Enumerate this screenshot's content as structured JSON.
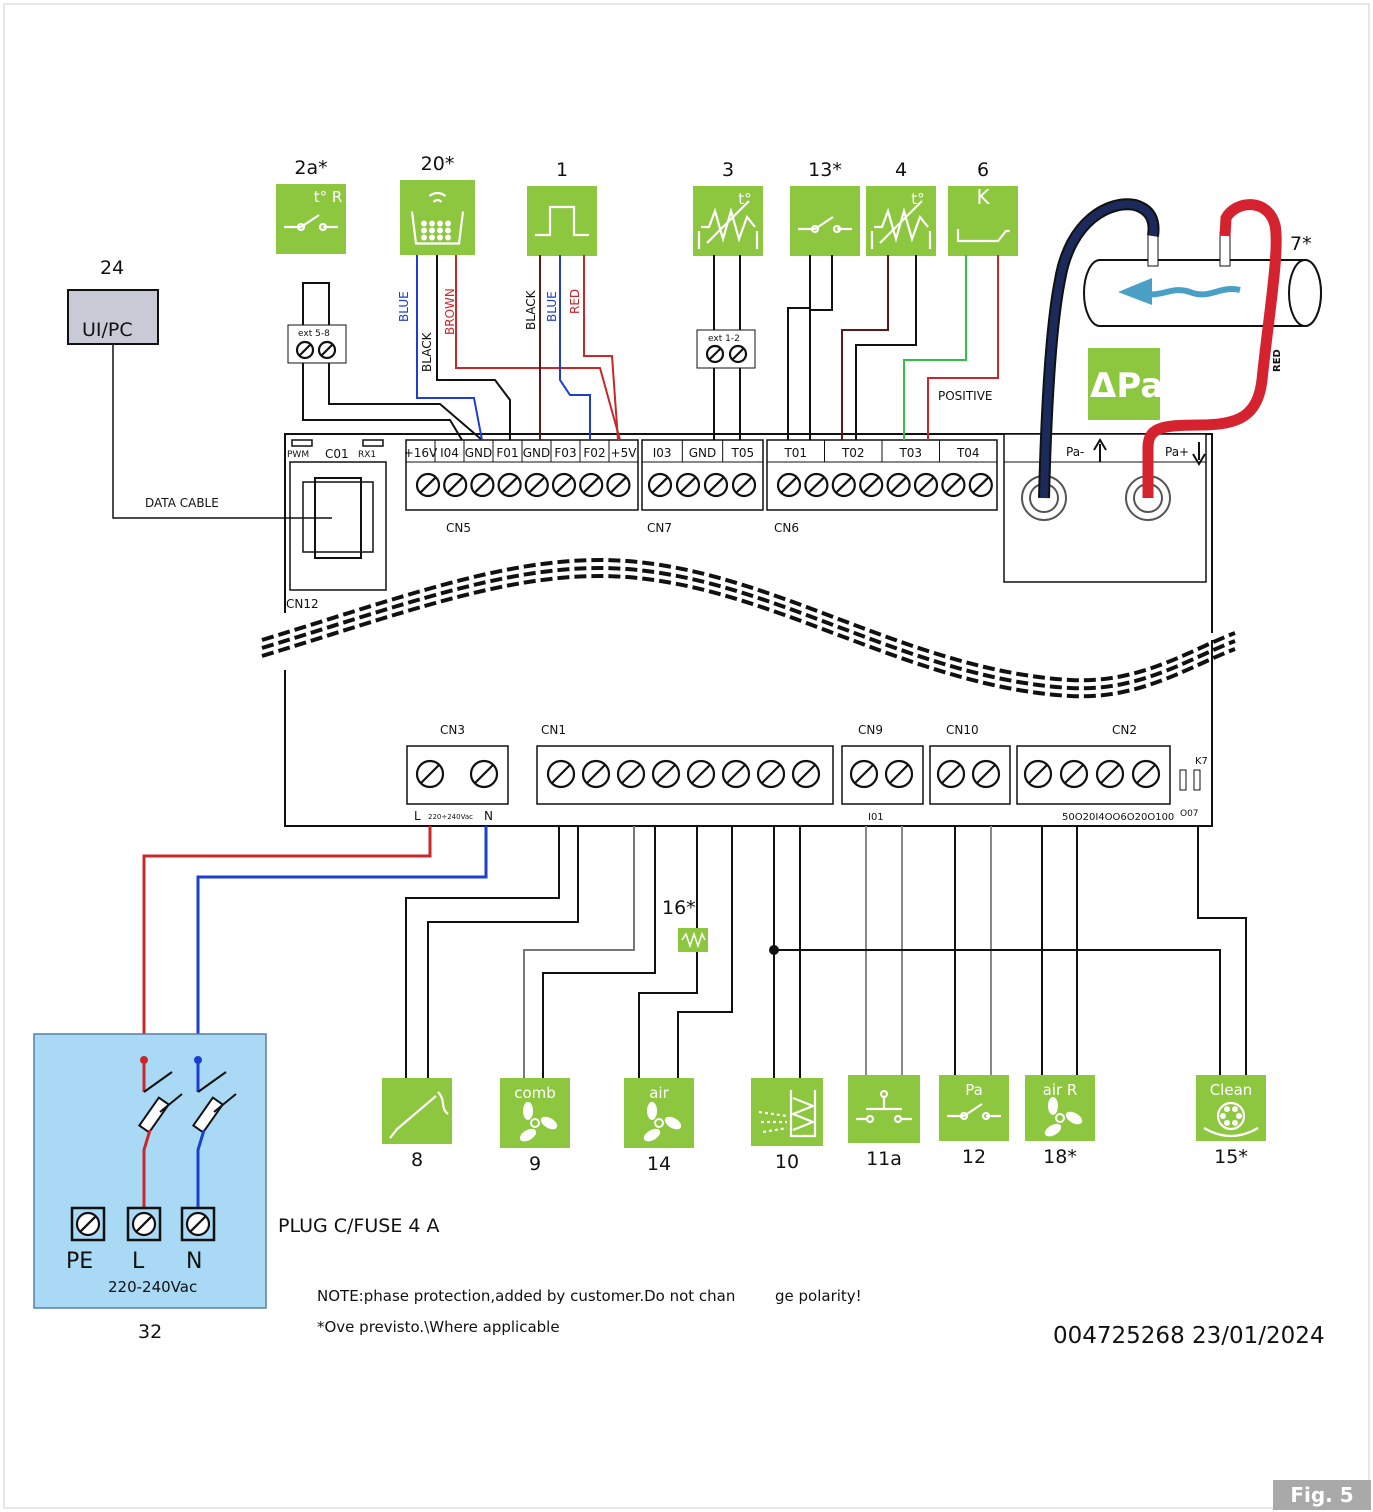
{
  "colors": {
    "green": "#8dc63f",
    "red": "#c8282a",
    "blue": "#1c3fd0",
    "lightblue": "#a9d9f5",
    "gray": "#a9a9a9"
  },
  "top_components": [
    {
      "id": "2a*",
      "icon": "thermostat-switch-icon",
      "text": "t° R"
    },
    {
      "id": "20*",
      "icon": "pellet-level-sensor-icon",
      "text": ""
    },
    {
      "id": "1",
      "icon": "pulse-signal-icon",
      "text": ""
    },
    {
      "id": "3",
      "icon": "temperature-probe-icon",
      "text": "t°"
    },
    {
      "id": "13*",
      "icon": "switch-icon",
      "text": ""
    },
    {
      "id": "4",
      "icon": "temperature-probe-icon",
      "text": "t°"
    },
    {
      "id": "6",
      "icon": "thermocouple-icon",
      "text": "K"
    }
  ],
  "bottom_components": [
    {
      "id": "8",
      "icon": "igniter-icon",
      "text": ""
    },
    {
      "id": "9",
      "icon": "fan-icon",
      "text": "comb"
    },
    {
      "id": "14",
      "icon": "fan-icon",
      "text": "air"
    },
    {
      "id": "10",
      "icon": "auger-motor-icon",
      "text": ""
    },
    {
      "id": "11a",
      "icon": "safety-thermostat-icon",
      "text": ""
    },
    {
      "id": "12",
      "icon": "pressure-switch-icon",
      "text": "Pa"
    },
    {
      "id": "18*",
      "icon": "fan-icon",
      "text": "air R"
    },
    {
      "id": "15*",
      "icon": "cleaning-motor-icon",
      "text": "Clean"
    }
  ],
  "labels": {
    "ui_pc_num": "24",
    "ui_pc": "UI/PC",
    "data_cable": "DATA CABLE",
    "cn12": "CN12",
    "pwm": "PWM",
    "co1": "C01",
    "rx1": "RX1",
    "cn5": "CN5",
    "cn7": "CN7",
    "cn6": "CN6",
    "cn3": "CN3",
    "cn1": "CN1",
    "cn9": "CN9",
    "cn10": "CN10",
    "cn2": "CN2",
    "ext58": "ext 5-8",
    "ext12": "ext 1-2",
    "positive": "POSITIVE",
    "pa_minus": "Pa-",
    "pa_plus": "Pa+",
    "delta_pa": "ΔPa",
    "tube_num": "7*",
    "red_vert": "RED",
    "cn3_l": "L",
    "cn3_v": "220÷240Vac",
    "cn3_n": "N",
    "i01": "I01",
    "cn2_bottom": "50O20I4OO6O20O100",
    "k7": "K7",
    "o07": "O07",
    "heater_num": "16*",
    "plug_pe": "PE",
    "plug_l": "L",
    "plug_n": "N",
    "plug_v": "220-240Vac",
    "plug_num": "32",
    "plug_fuse": "PLUG C/FUSE 4 A",
    "note1a": "NOTE:phase protection,added by customer.Do not chan",
    "note1b": "ge polarity!",
    "note2": "*Ove previsto.\\Where applicable",
    "doc_code": "004725268 23/01/2024",
    "fig": "Fig. 5"
  },
  "cn5_terminals": [
    "+16V",
    "I04",
    "GND",
    "F01",
    "GND",
    "F03",
    "F02",
    "+5V"
  ],
  "cn7_terminals": [
    "I03",
    "GND",
    "T05"
  ],
  "cn6_terminals": [
    "T01",
    "T02",
    "T03",
    "T04"
  ],
  "wire_labels": {
    "w1": "BLUE",
    "w2": "BLACK",
    "w3": "BROWN",
    "w4": "BLACK",
    "w5": "BLUE",
    "w6": "RED"
  }
}
